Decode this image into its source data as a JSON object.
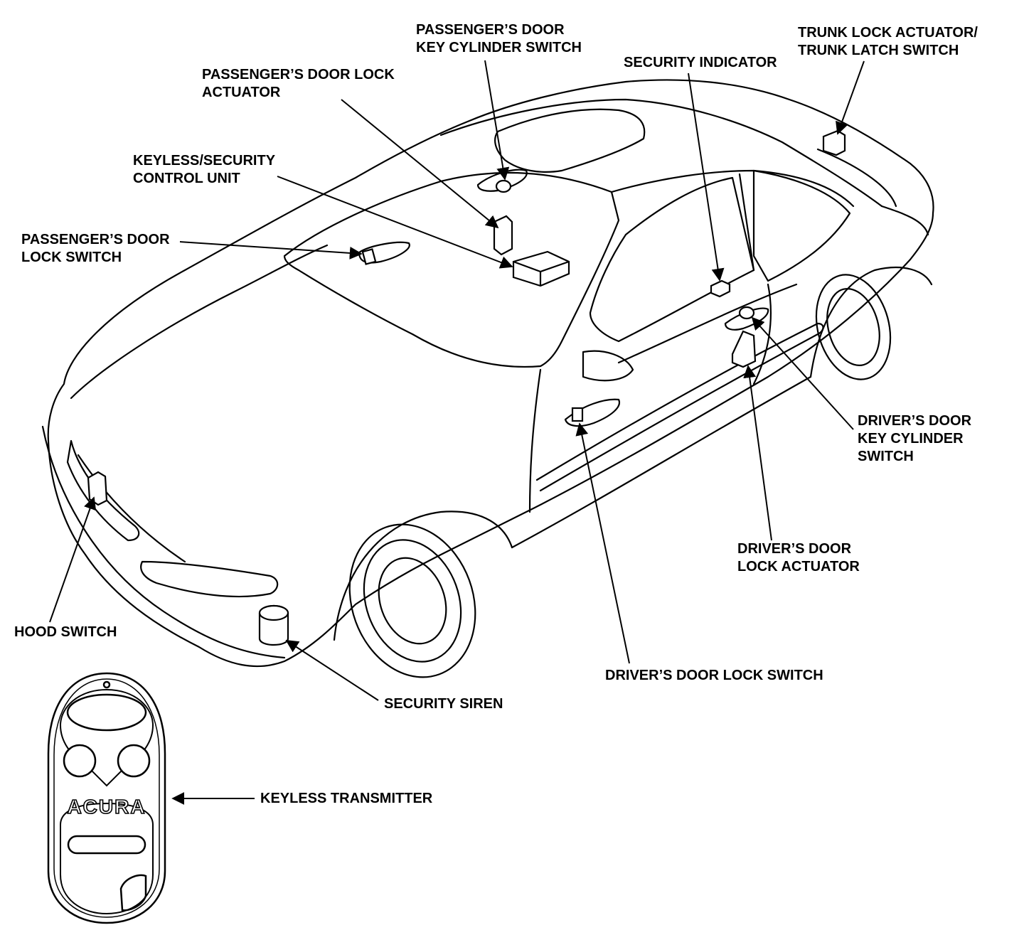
{
  "labels": {
    "passenger_key_cylinder": [
      "PASSENGER’S DOOR",
      "KEY CYLINDER SWITCH"
    ],
    "trunk_lock": [
      "TRUNK LOCK ACTUATOR/",
      "TRUNK LATCH SWITCH"
    ],
    "passenger_lock_actuator": [
      "PASSENGER’S DOOR LOCK",
      "ACTUATOR"
    ],
    "security_indicator": [
      "SECURITY INDICATOR"
    ],
    "control_unit": [
      "KEYLESS/SECURITY",
      "CONTROL UNIT"
    ],
    "passenger_lock_switch": [
      "PASSENGER’S DOOR",
      "LOCK SWITCH"
    ],
    "driver_key_cylinder": [
      "DRIVER’S DOOR",
      "KEY CYLINDER",
      "SWITCH"
    ],
    "driver_lock_actuator": [
      "DRIVER’S DOOR",
      "LOCK ACTUATOR"
    ],
    "hood_switch": [
      "HOOD SWITCH"
    ],
    "driver_lock_switch": [
      "DRIVER’S DOOR LOCK SWITCH"
    ],
    "security_siren": [
      "SECURITY SIREN"
    ],
    "keyless_transmitter": [
      "KEYLESS TRANSMITTER"
    ]
  },
  "transmitter_brand": "ACURA",
  "colors": {
    "ink": "#000000",
    "paper": "#ffffff"
  }
}
